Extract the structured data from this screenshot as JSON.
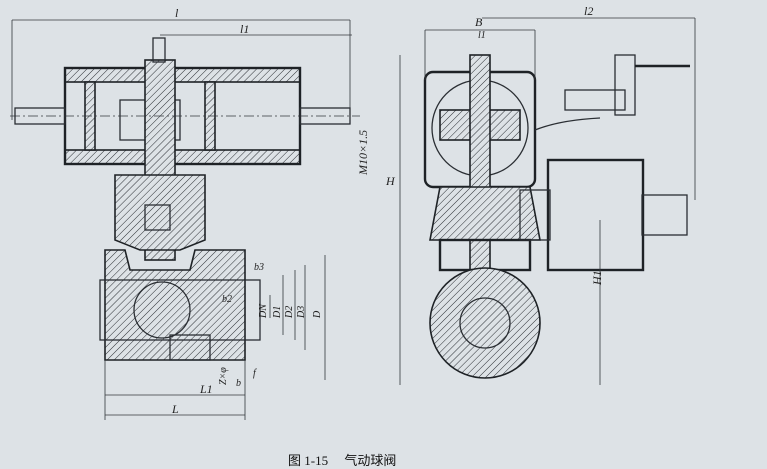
{
  "figure": {
    "caption_number": "图 1-15",
    "caption_title": "气动球阀",
    "colors": {
      "paper": "#dde2e6",
      "ink": "#2a2e33"
    }
  },
  "front_view_labels": {
    "l": "l",
    "l1": "l1",
    "thread": "M10×1.5",
    "b3": "b3",
    "b2": "b2",
    "DN": "DN",
    "D1": "D1",
    "D2": "D2",
    "D3": "D3",
    "D": "D",
    "bolts": "Z×φ",
    "f": "f",
    "b": "b",
    "L1": "L1",
    "L": "L"
  },
  "side_view_labels": {
    "B": "B",
    "l1": "l1",
    "l2": "l2",
    "H": "H",
    "H1": "H1"
  }
}
